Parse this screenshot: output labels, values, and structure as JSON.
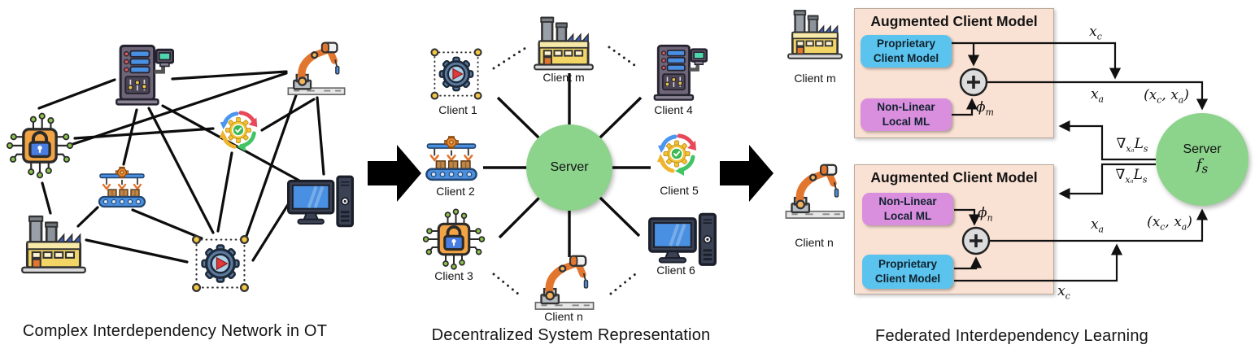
{
  "left_panel": {
    "caption": "Complex Interdependency Network in OT",
    "icons": [
      "server-rack-icon",
      "robot-arm-icon",
      "chip-lock-icon",
      "sync-gear-icon",
      "conveyor-icon",
      "factory-icon",
      "computer-icon",
      "gear-play-icon"
    ]
  },
  "middle_panel": {
    "caption": "Decentralized System Representation",
    "server_label": "Server",
    "clients": [
      {
        "label": "Client m",
        "icon": "factory-icon"
      },
      {
        "label": "Client 1",
        "icon": "gear-play-icon"
      },
      {
        "label": "Client 4",
        "icon": "server-rack-icon"
      },
      {
        "label": "Client 2",
        "icon": "conveyor-icon"
      },
      {
        "label": "Client 5",
        "icon": "sync-gear-icon"
      },
      {
        "label": "Client 3",
        "icon": "chip-lock-icon"
      },
      {
        "label": "Client 6",
        "icon": "computer-icon"
      },
      {
        "label": "Client n",
        "icon": "robot-arm-icon"
      }
    ]
  },
  "right_panel": {
    "caption": "Federated Interdependency Learning",
    "server": {
      "label": "Server",
      "symbol": [
        [
          "f",
          "s"
        ]
      ]
    },
    "clients": [
      {
        "label": "Client m",
        "icon": "factory-icon",
        "box_title": "Augmented Client Model",
        "proprietary": {
          "line1": "Proprietary",
          "line2": "Client Model"
        },
        "nonlinear": {
          "line1": "Non-Linear",
          "line2": "Local ML"
        },
        "phi": [
          [
            "ϕ",
            "m"
          ]
        ]
      },
      {
        "label": "Client n",
        "icon": "robot-arm-icon",
        "box_title": "Augmented Client Model",
        "proprietary": {
          "line1": "Proprietary",
          "line2": "Client Model"
        },
        "nonlinear": {
          "line1": "Non-Linear",
          "line2": "Local ML"
        },
        "phi": [
          [
            "ϕ",
            "n"
          ]
        ]
      }
    ],
    "signals": {
      "xc": [
        [
          "x",
          "c"
        ]
      ],
      "xa": [
        [
          "x",
          "a"
        ]
      ],
      "xcxa": [
        [
          "(x",
          "c"
        ],
        [
          ", x",
          "a"
        ],
        [
          ")",
          ""
        ]
      ],
      "grad": [
        [
          "∇",
          "xₐ"
        ],
        [
          "L",
          "s"
        ]
      ]
    }
  },
  "colors": {
    "server_green": "#8cd38c",
    "augmented_box_fill": "#f9e1d3",
    "proprietary_blue": "#5bc4ee",
    "nonlinear_purple": "#d98ede",
    "plus_gray": "#dcdcdc",
    "line_black": "#111111"
  }
}
